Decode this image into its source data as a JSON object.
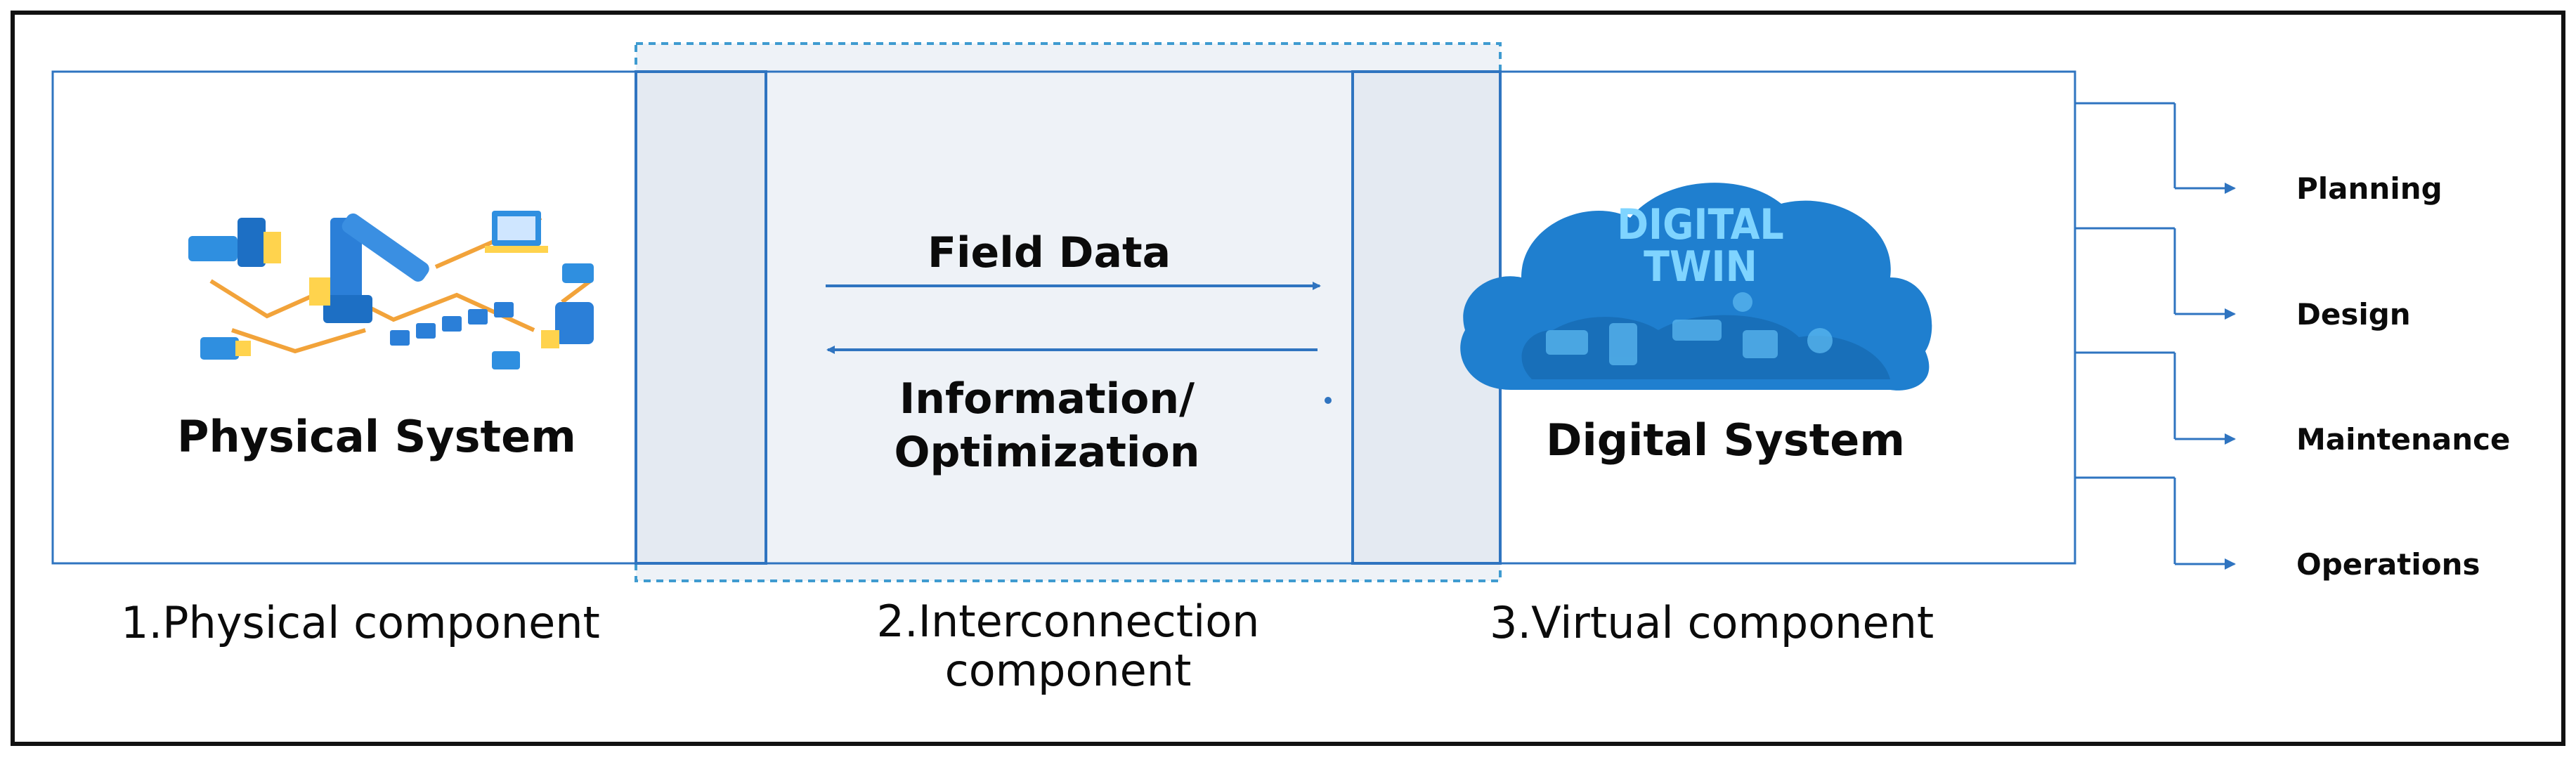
{
  "physical": {
    "system_label": "Physical System",
    "component_label": "1.Physical component"
  },
  "interconnection": {
    "field_data": "Field Data",
    "info_line1": "Information/",
    "info_line2": "Optimization",
    "component_line1": "2.Interconnection",
    "component_line2": "component"
  },
  "virtual": {
    "cloud_line1": "DIGITAL",
    "cloud_line2": "TWIN",
    "system_label": "Digital System",
    "component_label": "3.Virtual component"
  },
  "outputs": [
    {
      "label": "Planning"
    },
    {
      "label": "Design"
    },
    {
      "label": "Maintenance"
    },
    {
      "label": "Operations"
    }
  ],
  "colors": {
    "line": "#2f74c0",
    "dash": "#3f9bd0",
    "shade": "#eef2f7",
    "cloud": "#1f7fcf",
    "cloud_text": "#7fd4ff",
    "border": "#111111"
  },
  "icons": [
    "robot-arm-icon",
    "conveyor-icon",
    "laptop-icon",
    "printer-icon",
    "cloud-icon"
  ]
}
